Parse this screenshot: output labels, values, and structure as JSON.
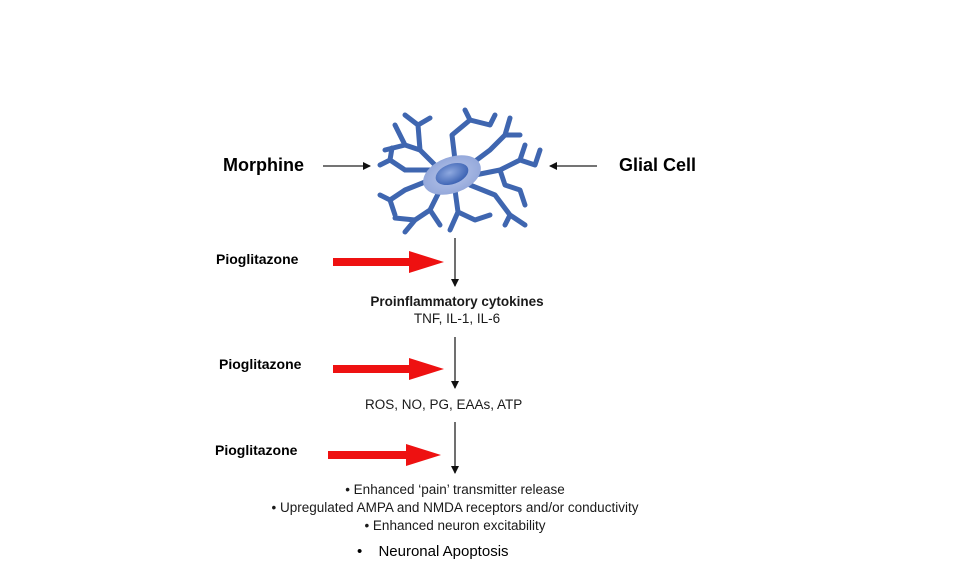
{
  "diagram": {
    "inputs": {
      "left_label": "Morphine",
      "right_label": "Glial Cell"
    },
    "cell": {
      "name": "glial-cell-illustration",
      "color": "#3f66b0"
    },
    "inhibitor": {
      "labels": [
        "Pioglitazone",
        "Pioglitazone",
        "Pioglitazone"
      ],
      "arrow_color": "#ee1111"
    },
    "stages": {
      "cytokines_title": "Proinflammatory cytokines",
      "cytokines_list": "TNF, IL-1, IL-6",
      "mediators": "ROS, NO, PG, EAAs, ATP",
      "effects": [
        "• Enhanced ‘pain’ transmitter release",
        "• Upregulated AMPA and NMDA receptors and/or conductivity",
        "• Enhanced neuron excitability"
      ],
      "final_bullet": "•",
      "final_effect": "Neuronal Apoptosis"
    }
  }
}
